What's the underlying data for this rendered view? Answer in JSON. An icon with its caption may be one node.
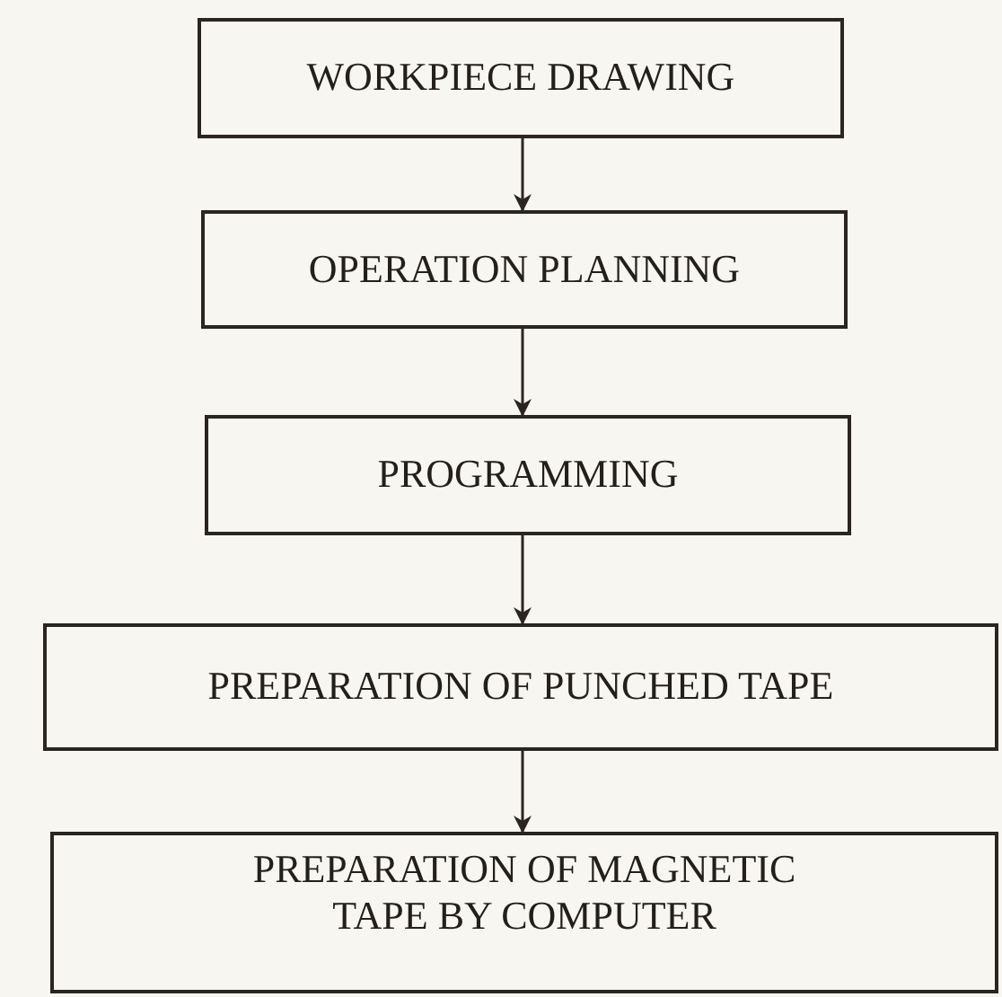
{
  "diagram": {
    "nodes": [
      {
        "text": [
          "WORKPIECE DRAWING"
        ]
      },
      {
        "text": [
          "OPERATION PLANNING"
        ]
      },
      {
        "text": [
          "PROGRAMMING"
        ]
      },
      {
        "text": [
          "PREPARATION OF PUNCHED TAPE"
        ]
      },
      {
        "text": [
          "PREPARATION OF MAGNETIC TAPE BY COMPUTER"
        ]
      }
    ],
    "edges": [
      {
        "from": 0,
        "to": 1,
        "arrow": "to"
      },
      {
        "from": 1,
        "to": 2,
        "arrow": "to"
      },
      {
        "from": 2,
        "to": 3,
        "arrow": "to"
      },
      {
        "from": 3,
        "to": 4,
        "arrow": "to"
      }
    ]
  }
}
